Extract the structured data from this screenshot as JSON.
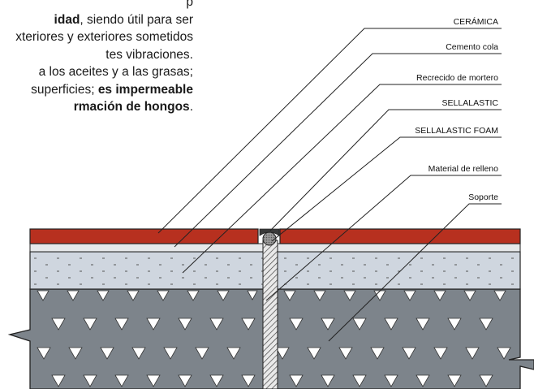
{
  "text": {
    "p1": [
      [
        "",
        "p"
      ],
      [
        "idad",
        ", siendo útil para ser"
      ],
      [
        "",
        "xteriores y exteriores sometidos"
      ],
      [
        "",
        "tes vibraciones."
      ]
    ],
    "p2": [
      [
        "",
        "a los aceites y a las grasas;"
      ],
      [
        "",
        "superficies; ",
        "es impermeable"
      ],
      [
        "rmación de hongos",
        "."
      ]
    ]
  },
  "labels": {
    "ceramica": "CERÁMICA",
    "cemento_cola": "Cemento cola",
    "recrecido": "Recrecido de mortero",
    "sellalastic": "SELLALASTIC",
    "sellalastic_foam": "SELLALASTIC FOAM",
    "relleno": "Material de relleno",
    "soporte": "Soporte"
  },
  "colors": {
    "ceramic": "#b7301f",
    "mortar": "#cfd6df",
    "support": "#7d848b",
    "sealant": "#3a3a3a",
    "line": "#222222"
  }
}
